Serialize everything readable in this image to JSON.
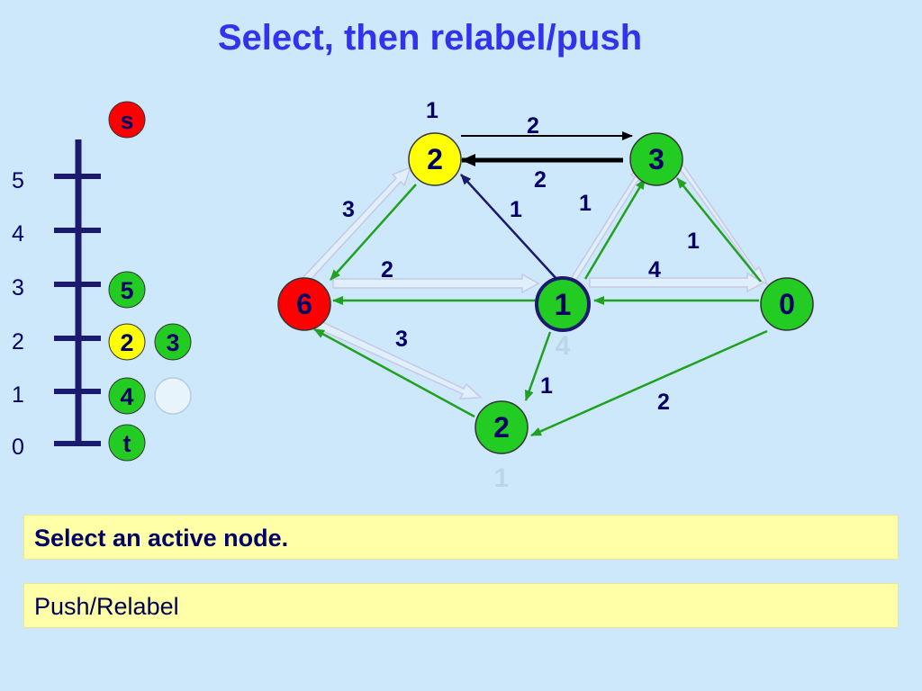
{
  "title": "Select, then relabel/push",
  "ladder": {
    "labels": [
      "5",
      "4",
      "3",
      "2",
      "1",
      "0"
    ],
    "nodes": [
      {
        "label": "s",
        "fill": "#ff0000"
      },
      {
        "label": "5",
        "fill": "#22cc22"
      },
      {
        "label": "2",
        "fill": "#ffff00"
      },
      {
        "label": "3",
        "fill": "#22cc22"
      },
      {
        "label": "4",
        "fill": "#22cc22"
      },
      {
        "label": "t",
        "fill": "#22cc22"
      }
    ]
  },
  "nodes": [
    {
      "id": "n-top-left",
      "label": "2",
      "fill": "#ffff00",
      "above": "1"
    },
    {
      "id": "n-top-right",
      "label": "3",
      "fill": "#22cc22"
    },
    {
      "id": "n-left",
      "label": "6",
      "fill": "#ff0000"
    },
    {
      "id": "n-center",
      "label": "1",
      "fill": "#22cc22",
      "below": "4"
    },
    {
      "id": "n-right",
      "label": "0",
      "fill": "#22cc22"
    },
    {
      "id": "n-bottom",
      "label": "2",
      "fill": "#22cc22",
      "below": "1"
    }
  ],
  "edge_labels": [
    "2",
    "2",
    "3",
    "1",
    "1",
    "1",
    "2",
    "4",
    "3",
    "1",
    "2"
  ],
  "messages": {
    "box1": "Select an active node.",
    "box2": "Push/Relabel"
  },
  "colors": {
    "green_edge": "#22a022",
    "navy_edge": "#1a1a6e",
    "ladder": "#1a1a6e",
    "title": "#3333ee"
  }
}
